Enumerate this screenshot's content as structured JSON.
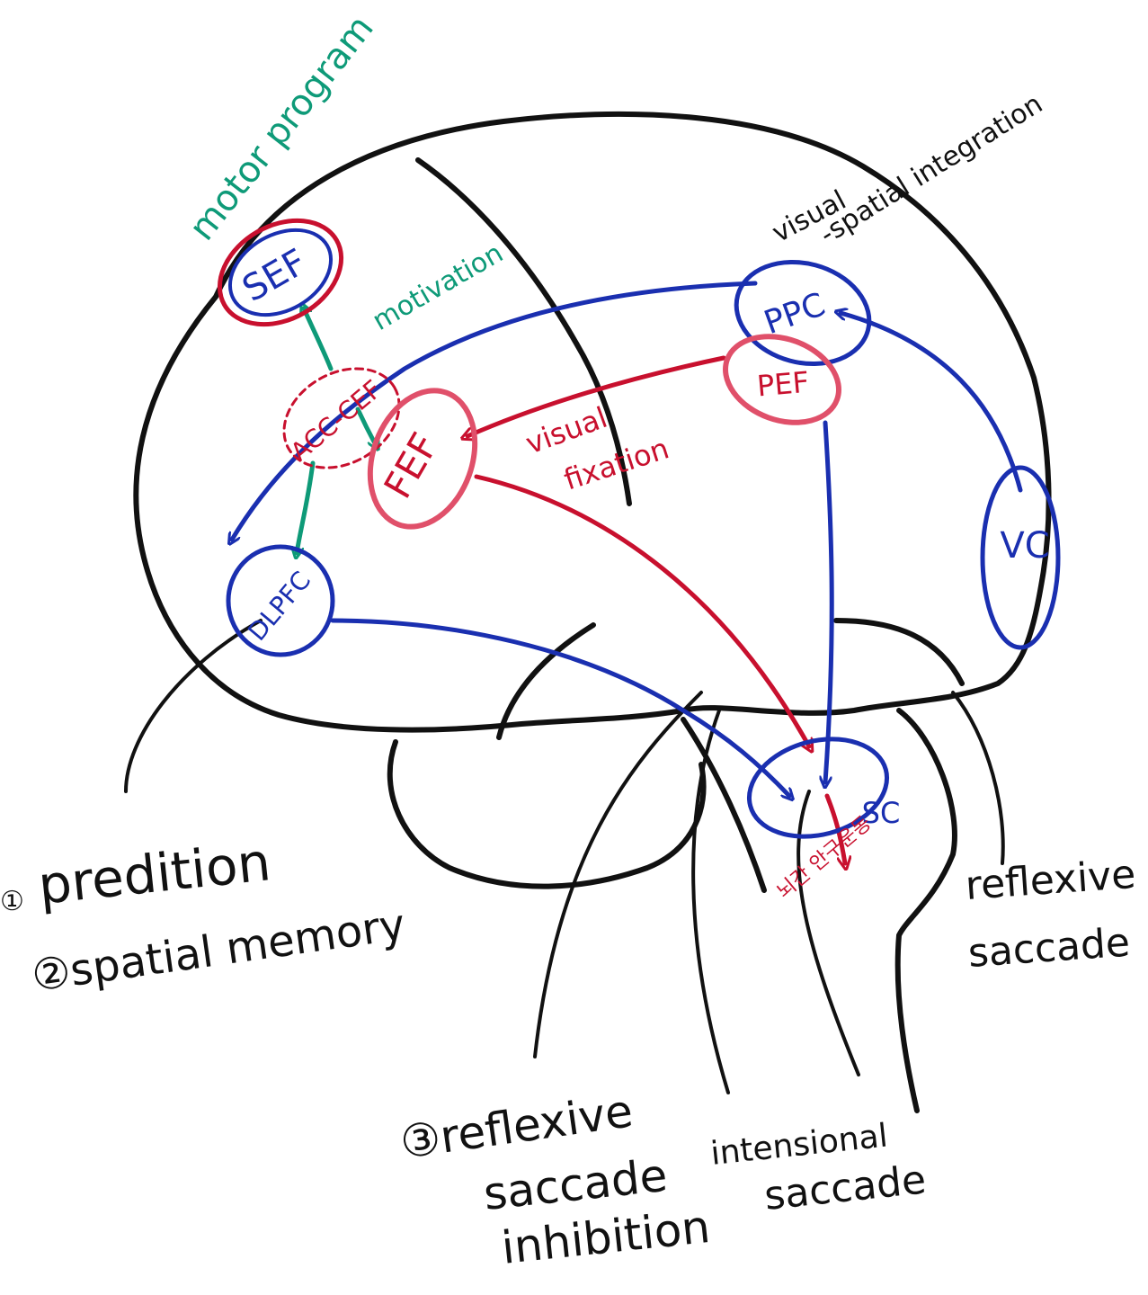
{
  "colors": {
    "black": "#111111",
    "blue": "#1a2fb0",
    "red": "#c8102e",
    "green": "#0e9a78",
    "pink": "#e0506a"
  },
  "regions": {
    "sef": "SEF",
    "acc_cef": "ACC-CEF",
    "fef": "FEF",
    "dlpfc": "DLPFC",
    "ppc": "PPC",
    "pef": "PEF",
    "vc": "VC",
    "sc": "SC"
  },
  "annotations": {
    "motor_program": "motor program",
    "motivation": "motivation",
    "visual_spatial_1": "visual",
    "visual_spatial_2": "-spatial integration",
    "visual_fixation_1": "visual",
    "visual_fixation_2": "fixation",
    "sc_output": "뇌간 안구운동",
    "prediction_num": "①",
    "prediction": "predition",
    "spatial_memory": "②spatial memory",
    "reflexive_inhibition_1": "③reflexive",
    "reflexive_inhibition_2": "saccade",
    "reflexive_inhibition_3": "inhibition",
    "intentional_1": "intensional",
    "intentional_2": "saccade",
    "reflexive_1": "reflexive",
    "reflexive_2": "saccade"
  }
}
